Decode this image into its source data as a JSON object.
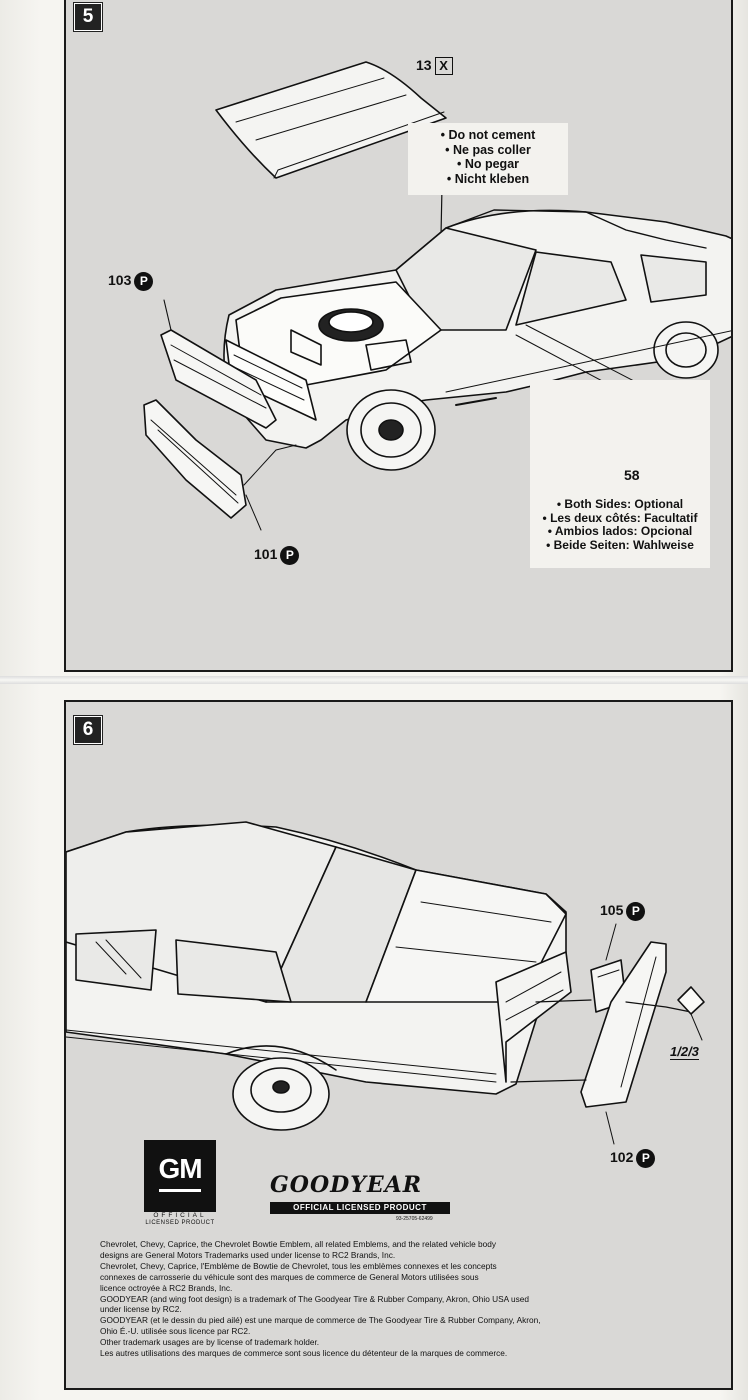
{
  "step5": {
    "number": "5",
    "hood_part": "13",
    "hood_marker": "X",
    "do_not_cement": [
      "• Do not cement",
      "• Ne pas coller",
      "• No pegar",
      "• Nicht kleben"
    ],
    "grille_part": "103",
    "bumper_part": "101",
    "chrome_marker": "P",
    "mirror_part": "58",
    "optional_note": [
      "• Both Sides: Optional",
      "• Les deux côtés: Facultatif",
      "• Ambios lados: Opcional",
      "• Beide Seiten: Wahlweise"
    ]
  },
  "step6": {
    "number": "6",
    "taillight_part": "105",
    "rear_bumper_part": "102",
    "chrome_marker": "P",
    "decal_ref": "1/2/3"
  },
  "logos": {
    "gm_letters": "GM",
    "gm_official": "OFFICIAL",
    "gm_licensed": "LICENSED PRODUCT",
    "goodyear_brand": "GOODYEAR",
    "goodyear_bar": "OFFICIAL LICENSED PRODUCT",
    "goodyear_code": "93-25705-62499"
  },
  "legal": [
    "Chevrolet, Chevy, Caprice, the Chevrolet Bowtie Emblem, all related Emblems, and the related vehicle body",
    "designs are General Motors Trademarks used under license to RC2 Brands, Inc.",
    "Chevrolet, Chevy, Caprice, l'Emblème de Bowtie de Chevrolet, tous les emblèmes connexes et les concepts",
    "connexes de carrosserie du véhicule sont des marques de commerce de General Motors utilisées sous",
    "licence octroyée à RC2 Brands, Inc.",
    "GOODYEAR (and wing foot design) is a trademark of The Goodyear Tire & Rubber Company, Akron, Ohio USA used",
    "under license by RC2.",
    "GOODYEAR (et le dessin du pied ailé) est une marque de commerce de The Goodyear Tire & Rubber Company, Akron,",
    "Ohio É.-U. utilisée sous licence par RC2.",
    "Other trademark usages are by license of trademark holder.",
    "Les autres utilisations des marques de commerce sont sous licence du détenteur de la marques de commerce."
  ]
}
